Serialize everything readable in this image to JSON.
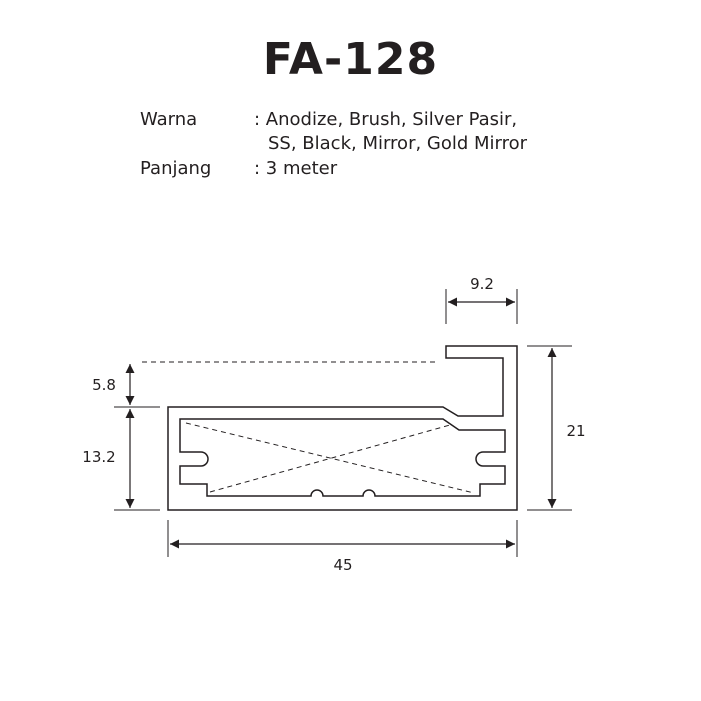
{
  "title": "FA-128",
  "specs": {
    "warna_label": "Warna",
    "warna_value_line1": ": Anodize, Brush, Silver Pasir,",
    "warna_value_line2": "SS, Black, Mirror, Gold Mirror",
    "panjang_label": "Panjang",
    "panjang_value": ": 3 meter"
  },
  "dimensions": {
    "lip_width": "9.2",
    "lip_height": "5.8",
    "body_height": "13.2",
    "total_height": "21",
    "total_width": "45"
  },
  "colors": {
    "line": "#231f20",
    "background": "#ffffff"
  }
}
